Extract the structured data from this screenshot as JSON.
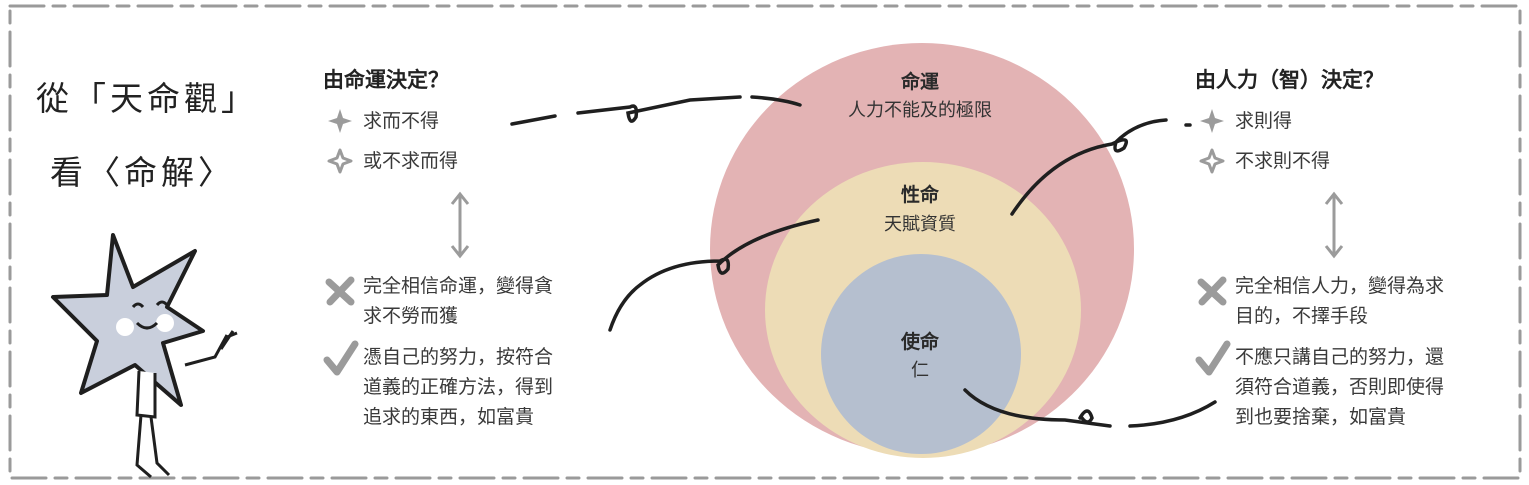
{
  "title": {
    "line1": "從「天命觀」",
    "line2": "看〈命解〉"
  },
  "left": {
    "heading": "由命運決定？",
    "item1": "求而不得",
    "item2": "或不求而得",
    "wrong_line1": "完全相信命運，變得貪",
    "wrong_line2": "求不勞而獲",
    "right_line1": "憑自己的努力，按符合",
    "right_line2": "道義的正確方法，得到",
    "right_line3": "追求的東西，如富貴"
  },
  "right": {
    "heading": "由人力（智）決定？",
    "item1": "求則得",
    "item2": "不求則不得",
    "wrong_line1": "完全相信人力，變得為求",
    "wrong_line2": "目的，不擇手段",
    "right_line1": "不應只講自己的努力，還",
    "right_line2": "須符合道義，否則即使得",
    "right_line3": "到也要捨棄，如富貴"
  },
  "circles": {
    "outer": {
      "title": "命運",
      "subtitle": "人力不能及的極限",
      "color": "#e3b3b4"
    },
    "middle": {
      "title": "性命",
      "subtitle": "天賦資質",
      "color": "#eddcb6"
    },
    "inner": {
      "title": "使命",
      "subtitle": "仁",
      "color": "#b5bfcf"
    }
  },
  "colors": {
    "icon_gray": "#9b9b9b",
    "frame": "#9a9a9a",
    "star": "#c9cfdc"
  },
  "icons": [
    "sparkle-solid-icon",
    "sparkle-outline-icon",
    "double-arrow-icon",
    "cross-icon",
    "check-icon"
  ]
}
